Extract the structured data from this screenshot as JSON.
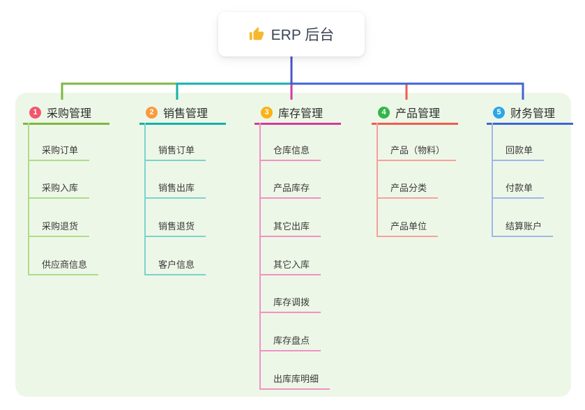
{
  "root": {
    "icon": "thumbs-up-icon",
    "title": "ERP 后台"
  },
  "branches": [
    {
      "num": "1",
      "title": "采购管理",
      "badge_color": "#f4546e",
      "line_color": "#7cb93f",
      "child_line_color": "#aedc87",
      "children": [
        "采购订单",
        "采购入库",
        "采购退货",
        "供应商信息"
      ]
    },
    {
      "num": "2",
      "title": "销售管理",
      "badge_color": "#f99a3d",
      "line_color": "#12b2a9",
      "child_line_color": "#7ad3cb",
      "children": [
        "销售订单",
        "销售出库",
        "销售退货",
        "客户信息"
      ]
    },
    {
      "num": "3",
      "title": "库存管理",
      "badge_color": "#fbb216",
      "line_color": "#d23c9c",
      "child_line_color": "#f191c5",
      "children": [
        "仓库信息",
        "产品库存",
        "其它出库",
        "其它入库",
        "库存调拨",
        "库存盘点",
        "出库库明细"
      ]
    },
    {
      "num": "4",
      "title": "产品管理",
      "badge_color": "#33b54a",
      "line_color": "#f15b50",
      "child_line_color": "#f8a09b",
      "children": [
        "产品（物料）",
        "产品分类",
        "产品单位"
      ]
    },
    {
      "num": "5",
      "title": "财务管理",
      "badge_color": "#2ba6e8",
      "line_color": "#3f64d8",
      "child_line_color": "#9fb6ea",
      "children": [
        "回款单",
        "付款单",
        "结算账户"
      ]
    }
  ],
  "colors": {
    "canvas_bg": "#ffffff",
    "panel_bg": "#edf7e7",
    "root_line": "#4a55c8",
    "root_text": "#3c4657",
    "branch_text": "#2d2d2d",
    "child_text": "#3a3a3a",
    "thumb": "#f5b82e"
  }
}
